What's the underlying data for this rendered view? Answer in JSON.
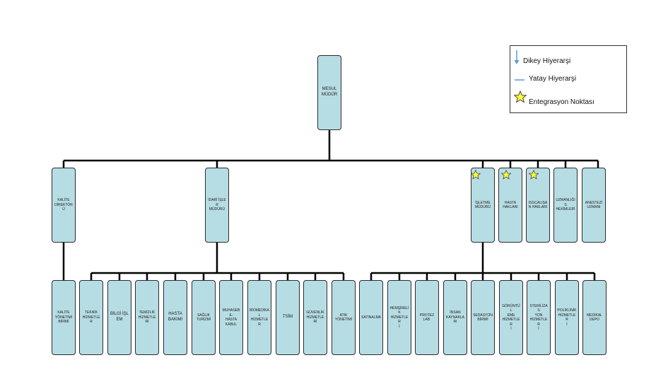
{
  "colors": {
    "box_fill": "#b7dde4",
    "line": "#000000",
    "star": "#ffff33",
    "arrow": "#5b9bd5"
  },
  "root": {
    "label": "MESUL\nMÜDÜR"
  },
  "level1": [
    {
      "id": "kalite-direktoru",
      "label": "KALİTE\nDİREKTÖRÜ",
      "star": false
    },
    {
      "id": "idari-isler",
      "label": "İDARİ İŞLER\nMÜDÜRÜ",
      "star": false
    },
    {
      "id": "isletme",
      "label": "İŞLETME\nMÜDÜRÜ",
      "star": true
    },
    {
      "id": "hasta-haklari",
      "label": "HASTA\nHAKLARI",
      "star": true
    },
    {
      "id": "isg",
      "label": "ISGÇALIŞA\nN HAKLARI",
      "star": true
    },
    {
      "id": "uzman-hekim",
      "label": "UZMANLIĞI\nS\nHEKİMLERİ",
      "star": false
    },
    {
      "id": "anestezi",
      "label": "ANESTEZİ\nUZMANI",
      "star": false
    }
  ],
  "level2": [
    {
      "id": "kalite-yonetimi",
      "label": "KALİTE\nYÖNETİMİ\nBİRİMİ"
    },
    {
      "id": "teknik",
      "label": "TEKNİK\nHİZMETLER"
    },
    {
      "id": "bilgi-islem",
      "label": "BİLGİ İŞLEM"
    },
    {
      "id": "temizlik",
      "label": "TEMİZLİK\nHİZMETLERİ"
    },
    {
      "id": "hasta-bakimi",
      "label": "HASTA\nBAKIMI"
    },
    {
      "id": "saglik-turizmi",
      "label": "SAĞLIK\nTURİZMİ"
    },
    {
      "id": "muhasebe",
      "label": "MUHASEBE-\nHASTA\nKABUL"
    },
    {
      "id": "biomedikal",
      "label": "BİOMEDİKAL\nHİZMETLER"
    },
    {
      "id": "tsim",
      "label": "TSİM"
    },
    {
      "id": "guvenlik",
      "label": "GÜVENLİK\nHİZMETLERİ"
    },
    {
      "id": "atik",
      "label": "ATIK\nYÖNETİMİ"
    },
    {
      "id": "satinalma",
      "label": "SATINALMA"
    },
    {
      "id": "hemsirelik",
      "label": "HEMŞİRELİ\nK\nHİZMETLER\nİ"
    },
    {
      "id": "protez",
      "label": "PROTEZ\nLAB."
    },
    {
      "id": "insan-kaynaklari",
      "label": "İNSAN\nKAYNAKLA\nRI"
    },
    {
      "id": "sedasyon",
      "label": "SEDASYON\nBİRİMİ"
    },
    {
      "id": "goruntuleme",
      "label": "GÖRÜNTÜL\nEME\nHİZMETLER\nİ"
    },
    {
      "id": "sterilizasyon",
      "label": "STERİLİZAS\nYON\nHİZMETLER\nİ"
    },
    {
      "id": "poliklinik",
      "label": "POLİKLİNİK\nHİZMETLER\nİ"
    },
    {
      "id": "medikal-depo",
      "label": "MEDİKAL\nDEPO"
    }
  ],
  "legend": {
    "vertical": "Dikey Hiyerarşi",
    "horizontal": "Yatay Hiyerarşi",
    "integration": "Entegrasyon Noktası"
  }
}
